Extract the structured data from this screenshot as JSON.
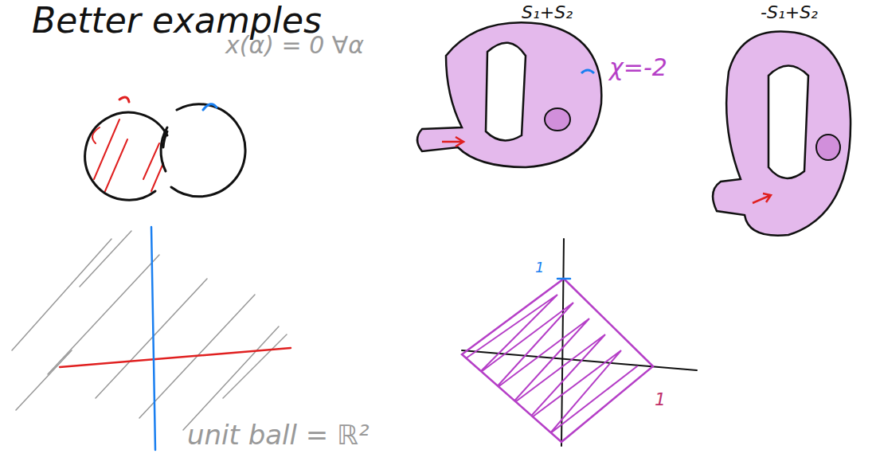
{
  "diagram": {
    "title": "Better examples",
    "labels": [
      "S₁+S₂",
      "-S₁+S₂",
      "χ=-2",
      "x(α) = 0 ∀α",
      "unit ball = ℝ²",
      "1",
      "1"
    ]
  }
}
